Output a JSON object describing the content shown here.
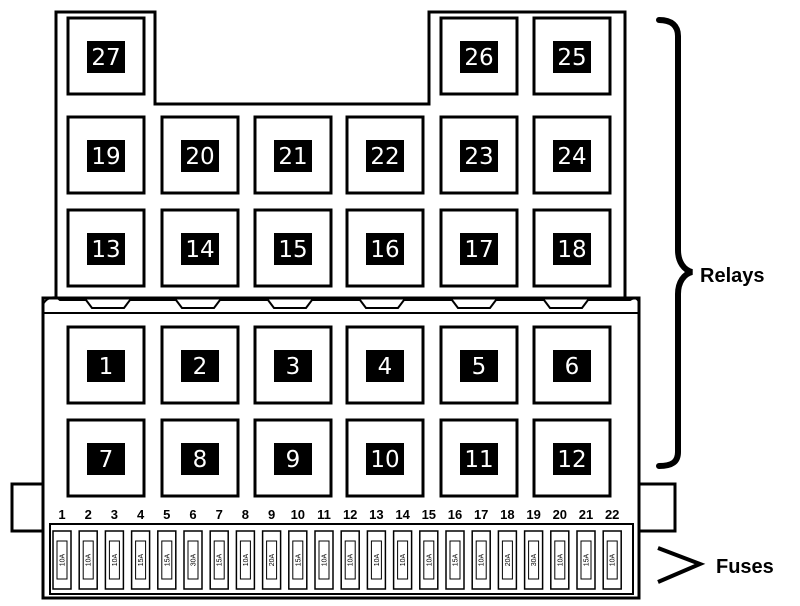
{
  "relays": [
    {
      "num": "27"
    },
    {
      "num": "26"
    },
    {
      "num": "25"
    },
    {
      "num": "19"
    },
    {
      "num": "20"
    },
    {
      "num": "21"
    },
    {
      "num": "22"
    },
    {
      "num": "23"
    },
    {
      "num": "24"
    },
    {
      "num": "13"
    },
    {
      "num": "14"
    },
    {
      "num": "15"
    },
    {
      "num": "16"
    },
    {
      "num": "17"
    },
    {
      "num": "18"
    },
    {
      "num": "1"
    },
    {
      "num": "2"
    },
    {
      "num": "3"
    },
    {
      "num": "4"
    },
    {
      "num": "5"
    },
    {
      "num": "6"
    },
    {
      "num": "7"
    },
    {
      "num": "8"
    },
    {
      "num": "9"
    },
    {
      "num": "10"
    },
    {
      "num": "11"
    },
    {
      "num": "12"
    }
  ],
  "fuses": [
    {
      "num": "1",
      "rating": "10A"
    },
    {
      "num": "2",
      "rating": "10A"
    },
    {
      "num": "3",
      "rating": "10A"
    },
    {
      "num": "4",
      "rating": "15A"
    },
    {
      "num": "5",
      "rating": "15A"
    },
    {
      "num": "6",
      "rating": "30A"
    },
    {
      "num": "7",
      "rating": "15A"
    },
    {
      "num": "8",
      "rating": "10A"
    },
    {
      "num": "9",
      "rating": "20A"
    },
    {
      "num": "10",
      "rating": "15A"
    },
    {
      "num": "11",
      "rating": "10A"
    },
    {
      "num": "12",
      "rating": "10A"
    },
    {
      "num": "13",
      "rating": "10A"
    },
    {
      "num": "14",
      "rating": "10A"
    },
    {
      "num": "15",
      "rating": "10A"
    },
    {
      "num": "16",
      "rating": "15A"
    },
    {
      "num": "17",
      "rating": "10A"
    },
    {
      "num": "18",
      "rating": "20A"
    },
    {
      "num": "19",
      "rating": "30A"
    },
    {
      "num": "20",
      "rating": "10A"
    },
    {
      "num": "21",
      "rating": "15A"
    },
    {
      "num": "22",
      "rating": "10A"
    }
  ],
  "labels": {
    "relays": "Relays",
    "fuses": "Fuses"
  }
}
